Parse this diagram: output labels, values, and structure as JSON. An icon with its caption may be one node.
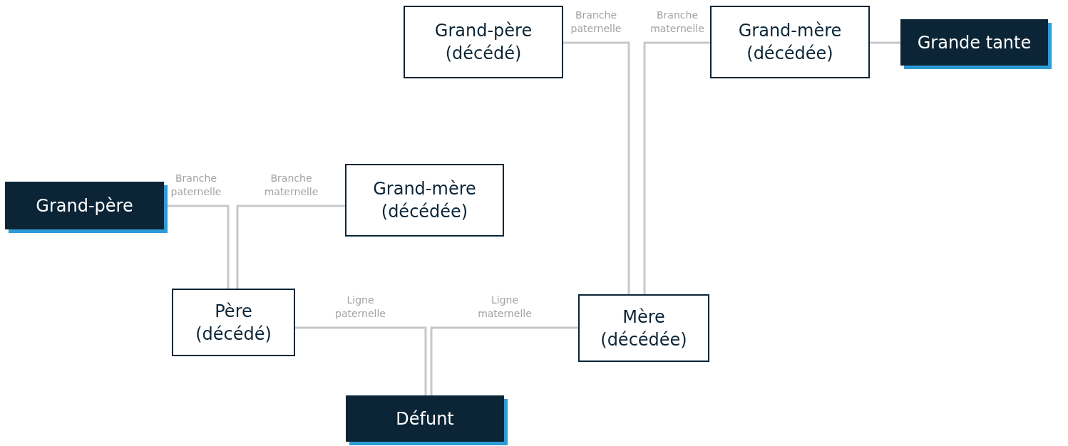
{
  "diagram": {
    "nodes": [
      {
        "text": [
          "Grand-père (décédé)"
        ]
      },
      {
        "text": [
          "Grand-mère (décédée)"
        ]
      },
      {
        "text": [
          "Grande tante"
        ]
      },
      {
        "text": [
          "Grand-père"
        ]
      },
      {
        "text": [
          "Grand-mère (décédée)"
        ]
      },
      {
        "text": [
          "Père (décédé)"
        ]
      },
      {
        "text": [
          "Mère (décédée)"
        ]
      },
      {
        "text": [
          "Défunt"
        ]
      }
    ],
    "edges": [
      {
        "from": 0,
        "to": 6,
        "arrow": "none",
        "label": "Branche paternelle"
      },
      {
        "from": 1,
        "to": 6,
        "arrow": "none",
        "label": "Branche maternelle"
      },
      {
        "from": 2,
        "to": 1,
        "arrow": "none"
      },
      {
        "from": 3,
        "to": 5,
        "arrow": "none",
        "label": "Branche paternelle"
      },
      {
        "from": 4,
        "to": 5,
        "arrow": "none",
        "label": "Branche maternelle"
      },
      {
        "from": 5,
        "to": 7,
        "arrow": "none",
        "label": "Ligne paternelle"
      },
      {
        "from": 6,
        "to": 7,
        "arrow": "none",
        "label": "Ligne maternelle"
      }
    ]
  }
}
